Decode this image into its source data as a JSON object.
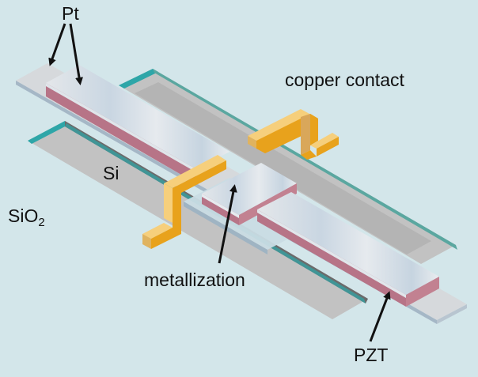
{
  "figure": {
    "type": "schematic",
    "subject": "piezoelectric microstructure (isometric view)"
  },
  "labels": {
    "pt": "Pt",
    "copper_contact": "copper contact",
    "si": "Si",
    "sio2_base": "SiO",
    "sio2_sub": "2",
    "metallization": "metallization",
    "pzt": "PZT"
  },
  "colors": {
    "background": "#d3e6ea",
    "silicon": "#bdbdbd",
    "silicon_dark": "#8c8c8c",
    "oxide_edge": "#2ea6a8",
    "platinum_top": "#d7e0e8",
    "platinum_side": "#a9b9c8",
    "pzt": "#b77487",
    "copper_light": "#f6cf7c",
    "copper_dark": "#e8a21c",
    "arrow": "#111111"
  }
}
